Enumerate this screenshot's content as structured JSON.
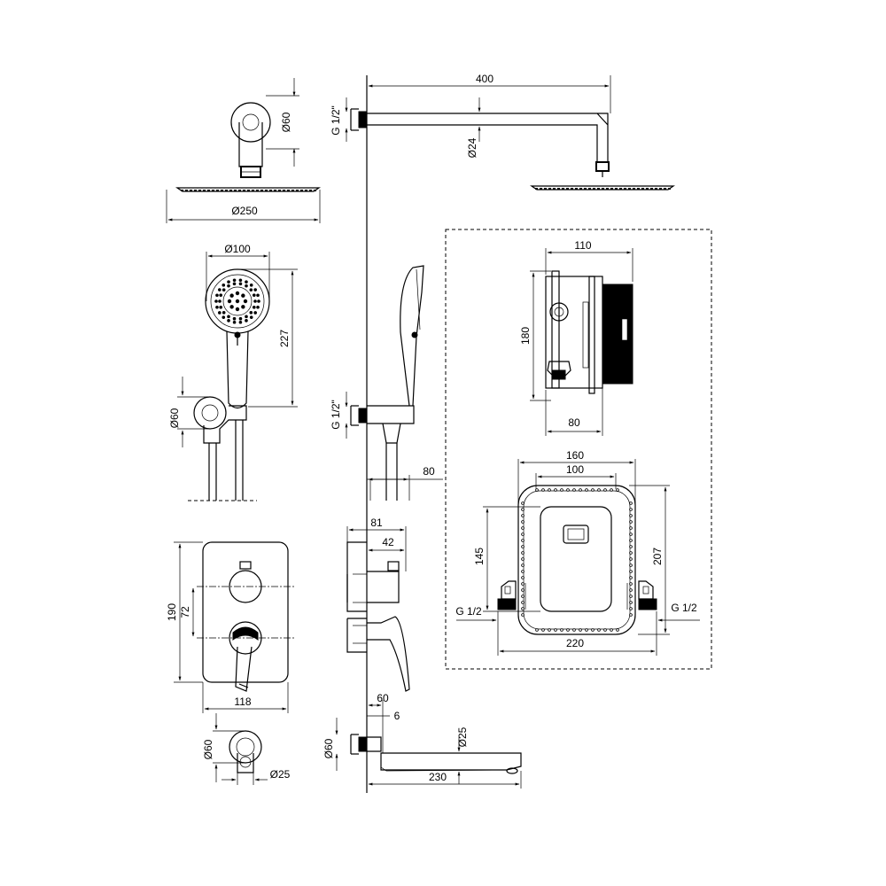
{
  "drawing": {
    "rain_shower": {
      "arm_length": "400",
      "arm_diameter": "Ø24",
      "wall_flange": "Ø60",
      "head_diameter": "Ø250",
      "thread": "G 1/2\""
    },
    "hand_shower": {
      "head_diameter": "Ø100",
      "length": "227",
      "holder_flange": "Ø60",
      "thread": "G 1/2\"",
      "holder_depth": "80"
    },
    "concealed_body": {
      "width": "110",
      "height": "180",
      "depth": "80"
    },
    "installation_box": {
      "outer_width": "160",
      "inner_width": "100",
      "inner_height": "145",
      "outer_height": "207",
      "total_width": "220",
      "thread_left": "G 1/2",
      "thread_right": "G 1/2"
    },
    "mixer_plate": {
      "height": "190",
      "axis_distance": "72",
      "width": "118",
      "depth": "81",
      "depth_inner": "42"
    },
    "bath_spout": {
      "flange": "Ø60",
      "spout_diameter": "Ø25",
      "diameter": "Ø25",
      "projection": "60",
      "gap": "6",
      "length": "230"
    }
  }
}
